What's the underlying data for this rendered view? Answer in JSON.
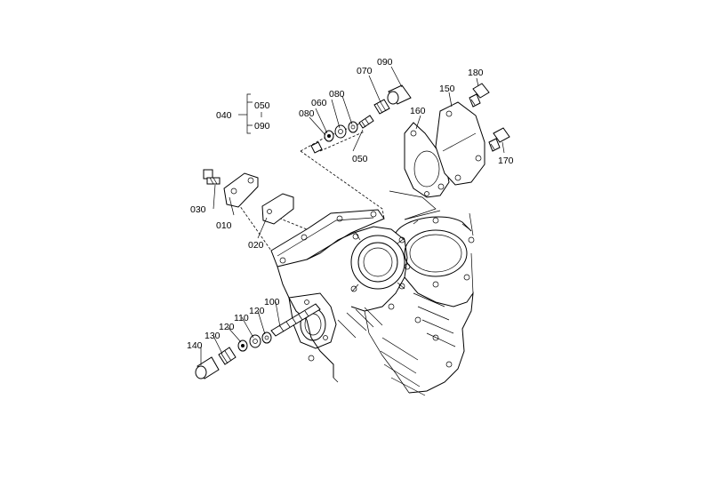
{
  "diagram": {
    "callouts": {
      "c010": "010",
      "c020": "020",
      "c030": "030",
      "c040": "040",
      "c050a": "050",
      "c050b": "050",
      "c060": "060",
      "c070": "070",
      "c080a": "080",
      "c080b": "080",
      "c090a": "090",
      "c090b": "090",
      "c100": "100",
      "c110": "110",
      "c120a": "120",
      "c120b": "120",
      "c130": "130",
      "c140": "140",
      "c150": "150",
      "c160": "160",
      "c170": "170",
      "c180": "180"
    }
  }
}
